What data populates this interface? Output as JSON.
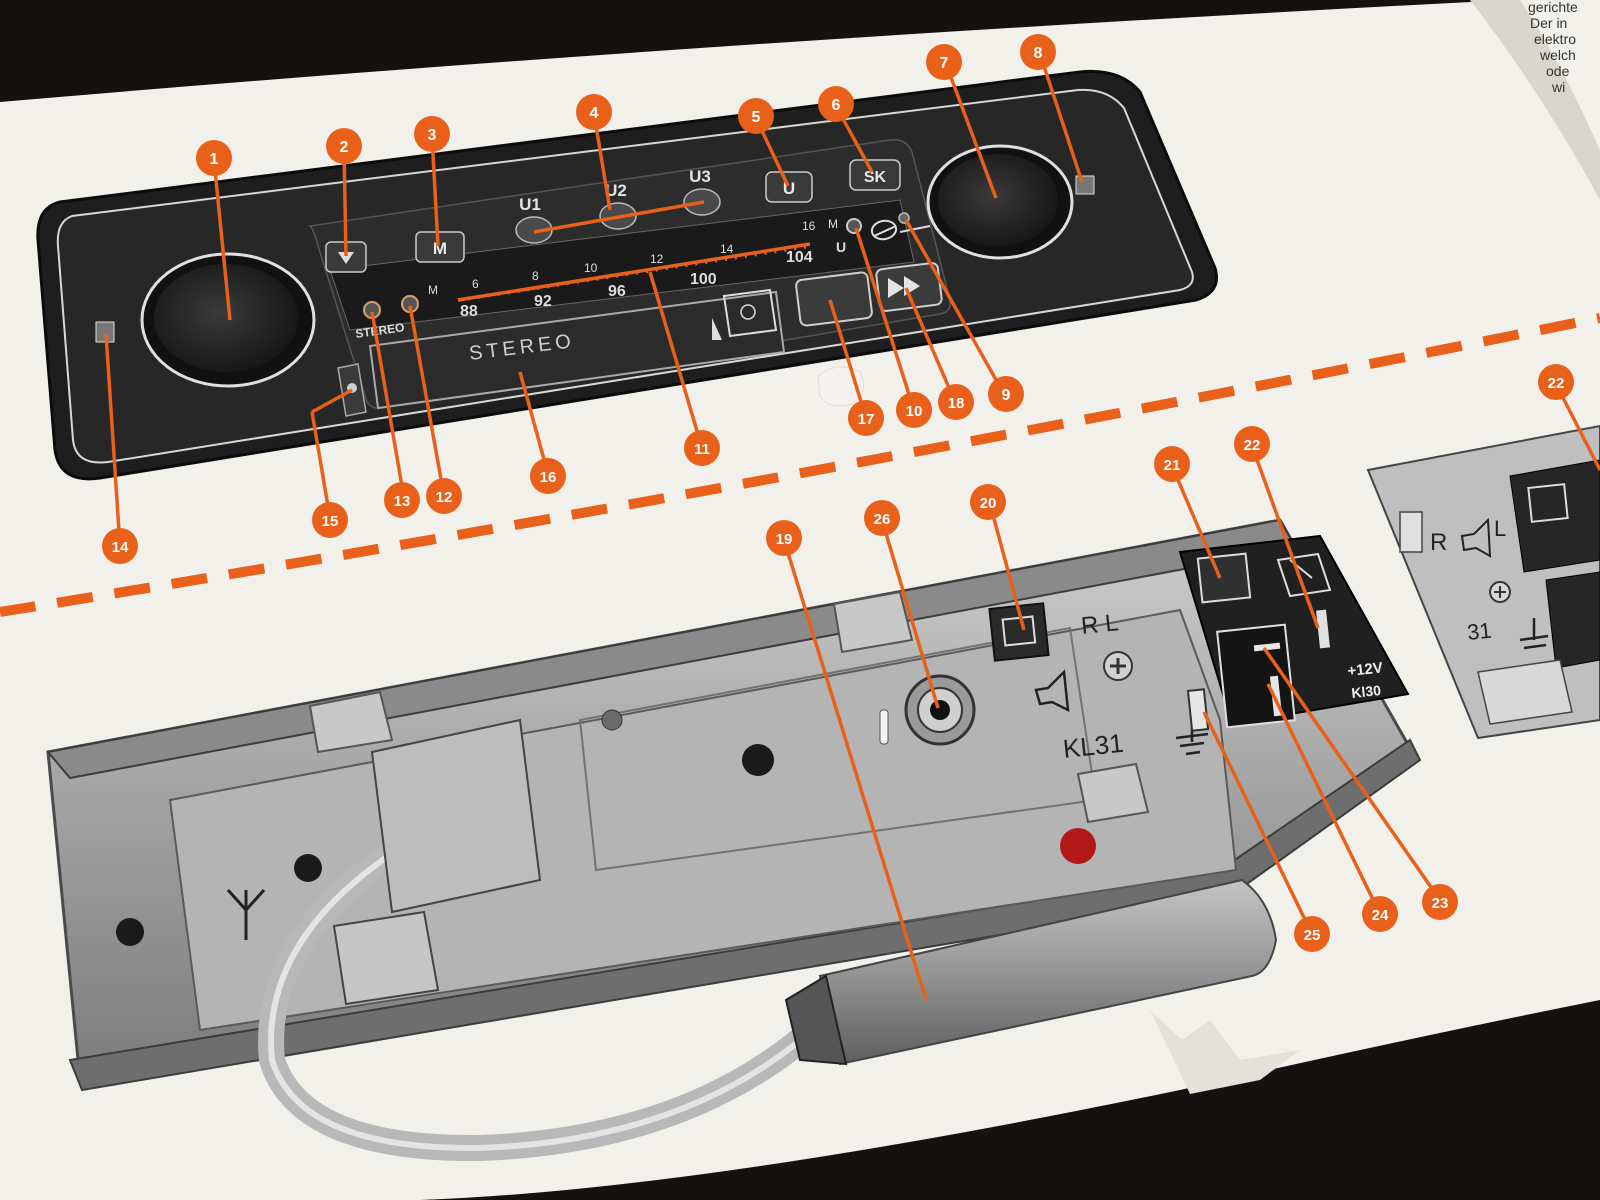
{
  "manual_page": {
    "corner_text": [
      "gerichte",
      "Der in",
      "elektro",
      "welch",
      "ode",
      "wi"
    ]
  },
  "front_panel": {
    "buttons": {
      "m": "M",
      "u1": "U1",
      "u2": "U2",
      "u3": "U3",
      "u": "U",
      "sk": "SK"
    },
    "scale_top": [
      "M",
      "6",
      "8",
      "10",
      "12",
      "14",
      "16",
      "M"
    ],
    "scale_bottom": [
      "88",
      "92",
      "96",
      "100",
      "104",
      "U"
    ],
    "stereo_label": "STEREO",
    "cassette_label": "STEREO"
  },
  "rear_panel": {
    "speaker_connector": "R L",
    "ground_label": "KL31",
    "power_label_1": "+12V",
    "power_label_2": "Kl30"
  },
  "side_panel": {
    "speaker_label_r": "R",
    "speaker_label_l": "L",
    "ground_label": "31"
  },
  "callouts": [
    "1",
    "2",
    "3",
    "4",
    "5",
    "6",
    "7",
    "8",
    "9",
    "10",
    "11",
    "12",
    "13",
    "14",
    "15",
    "16",
    "17",
    "18",
    "19",
    "20",
    "21",
    "22",
    "23",
    "24",
    "25",
    "26"
  ],
  "colors": {
    "accent": "#e8601a",
    "page": "#f2f0ea",
    "panel_dark": "#222222",
    "metal": "#a8a8a8"
  }
}
